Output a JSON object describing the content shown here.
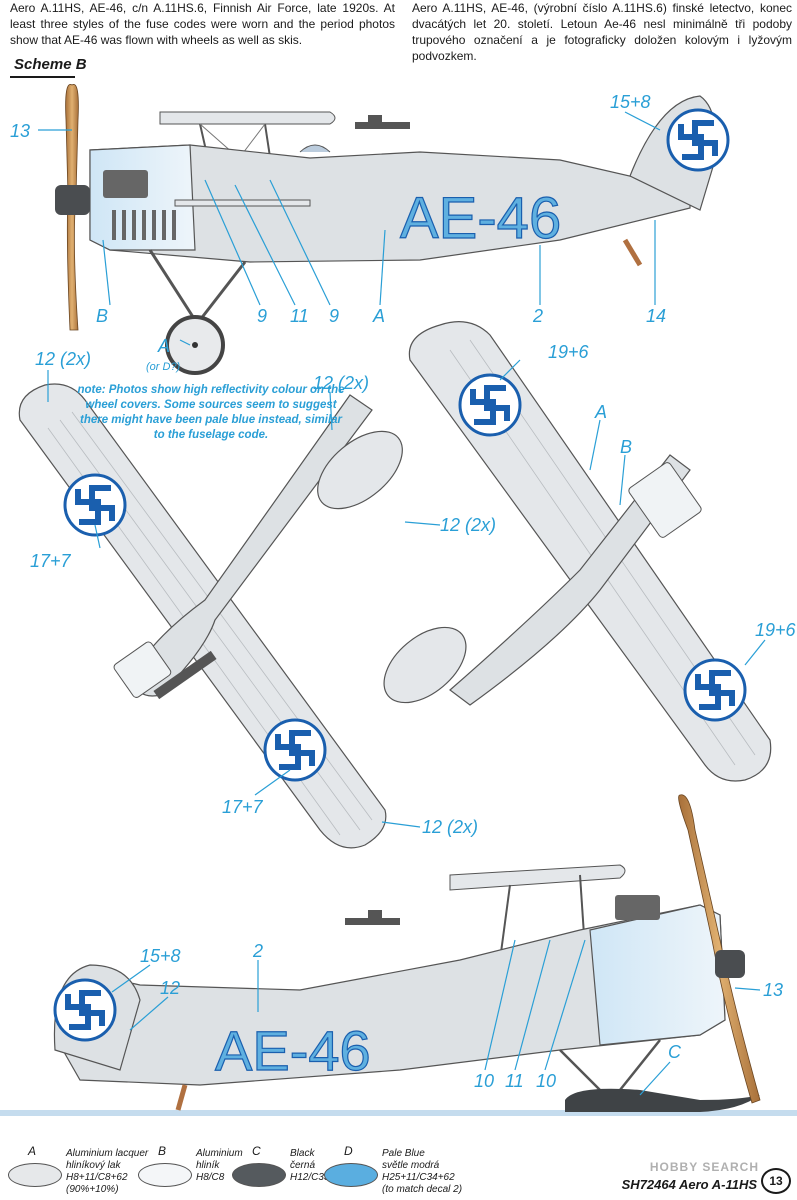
{
  "description": {
    "english": "Aero A.11HS, AE-46, c/n A.11HS.6, Finnish Air Force, late 1920s. At least three styles of the fuse codes were worn and the period photos show that AE-46 was flown with wheels as well as skis.",
    "czech": "Aero A.11HS, AE-46, (výrobní číslo A.11HS.6) finské letectvo, konec dvacátých let 20. století. Letoun Ae-46 nesl minimálně tři podoby trupového označení a je fotograficky doložen kolovým i lyžovým podvozkem."
  },
  "scheme_title": "Scheme B",
  "fuselage_code": "AE-46",
  "callouts": {
    "c13": "13",
    "c15_8": "15+8",
    "cB": "B",
    "cA": "A",
    "c9": "9",
    "c11": "11",
    "c2": "2",
    "c14": "14",
    "wheel_A": "A",
    "wheel_or": "(or D?)",
    "c12_2x": "12 (2x)",
    "c17_7": "17+7",
    "c19_6": "19+6",
    "c12": "12",
    "c10": "10",
    "cC": "C"
  },
  "note": "note: Photos show high reflectivity colour on the wheel covers. Some sources seem to suggest there might have been pale blue instead, similar to the fuselage code.",
  "legend": [
    {
      "letter": "A",
      "lines": [
        "Aluminium lacquer",
        "hliníkový lak",
        "H8+11/C8+62",
        "(90%+10%)"
      ],
      "color": "#e6e8ea"
    },
    {
      "letter": "B",
      "lines": [
        "Aluminium",
        "hliník",
        "H8/C8"
      ],
      "color": "#f4f6f8"
    },
    {
      "letter": "C",
      "lines": [
        "Black",
        "černá",
        "H12/C33"
      ],
      "color": "#555a5e"
    },
    {
      "letter": "D",
      "lines": [
        "Pale Blue",
        "světle modrá",
        "H25+11/C34+62",
        "(to match decal 2)"
      ],
      "color": "#5aaee0"
    }
  ],
  "footer": "SH72464 Aero A-11HS",
  "page_number": "13",
  "watermark": "HOBBY SEARCH",
  "colors": {
    "callout": "#2a9fd6",
    "roundel": "#1a5fae",
    "code_blue": "#5fb0e0",
    "aluminium": "#dde1e4",
    "snow": "#c5dcee"
  }
}
